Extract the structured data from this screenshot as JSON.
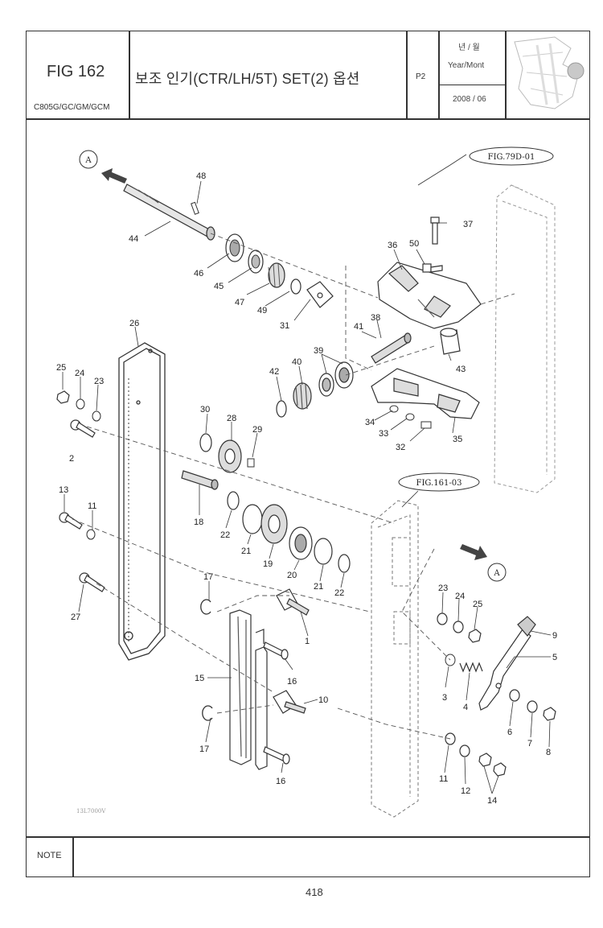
{
  "header": {
    "fig_number": "FIG 162",
    "model": "C805G/GC/GM/GCM",
    "title": "보조 인기(CTR/LH/5T) SET(2) 옵션",
    "page_code": "P2",
    "year_month_ko": "년 / 월",
    "year_month_en": "Year/Mont",
    "date": "2008 / 06",
    "thumbnail": "thumbnail-illustration"
  },
  "diagram": {
    "refs": [
      "FIG.79D-01",
      "FIG.161-03"
    ],
    "connector": "A",
    "drawing_code": "13L7000V",
    "callouts": [
      "48",
      "44",
      "46",
      "45",
      "47",
      "49",
      "31",
      "37",
      "36",
      "50",
      "38",
      "41",
      "40",
      "39",
      "42",
      "43",
      "34",
      "33",
      "32",
      "35",
      "26",
      "25",
      "24",
      "23",
      "2",
      "30",
      "28",
      "29",
      "18",
      "13",
      "11",
      "22",
      "21",
      "19",
      "20",
      "21",
      "22",
      "27",
      "17",
      "1",
      "15",
      "16",
      "10",
      "17",
      "16",
      "23",
      "24",
      "25",
      "9",
      "5",
      "3",
      "4",
      "6",
      "7",
      "8",
      "11",
      "12",
      "14"
    ]
  },
  "footer": {
    "note_label": "NOTE",
    "page_number": "418"
  }
}
